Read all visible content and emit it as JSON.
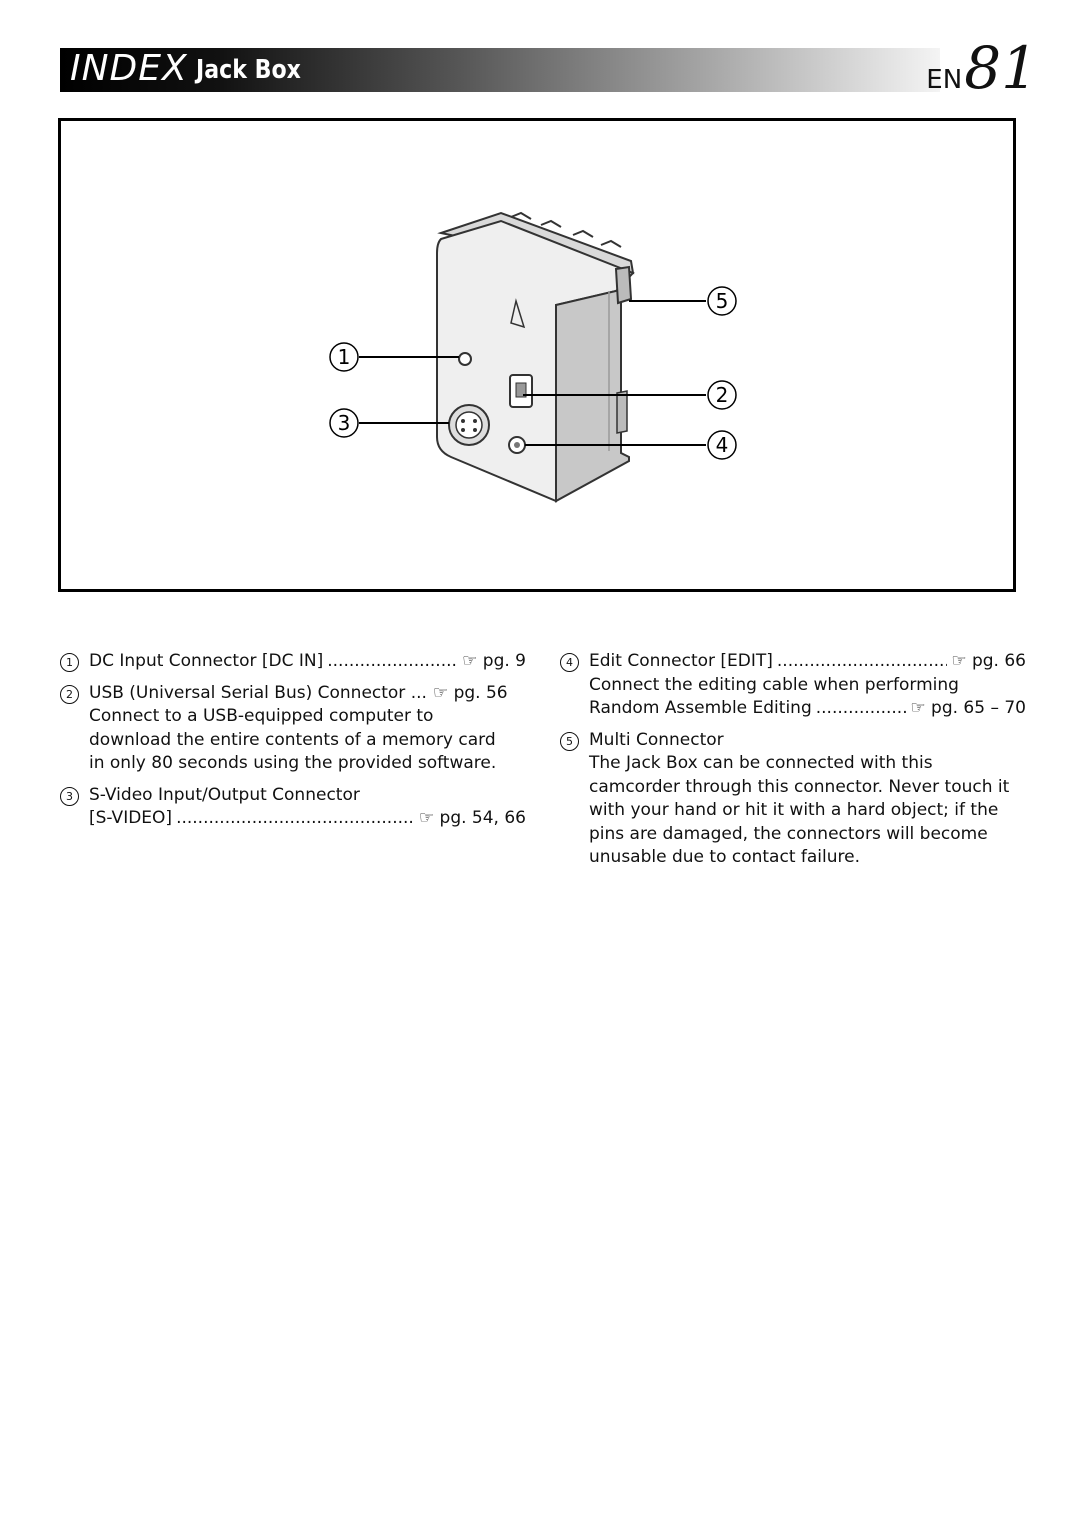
{
  "header": {
    "index_word": "INDEX",
    "section_title": "Jack Box",
    "page_prefix": "EN",
    "page_number": "81"
  },
  "figure": {
    "callouts": [
      "1",
      "2",
      "3",
      "4",
      "5"
    ]
  },
  "icons": {
    "reference": "pointing-hand-icon",
    "reference_glyph": "☞"
  },
  "entries": [
    {
      "num": "1",
      "title": "DC Input Connector [DC IN]",
      "ref": "pg. 9",
      "lines": []
    },
    {
      "num": "2",
      "title": "USB (Universal Serial Bus) Connector ...",
      "ref": "pg. 56",
      "lines": [
        "Connect to a USB-equipped computer to",
        "download the entire contents of a memory card",
        "in only 80 seconds using the provided software."
      ]
    },
    {
      "num": "3",
      "title": "S-Video Input/Output Connector",
      "sub_title": "[S-VIDEO]",
      "ref": "pg. 54, 66",
      "lines": []
    },
    {
      "num": "4",
      "title": "Edit Connector [EDIT]",
      "ref": "pg. 66",
      "line1": "Connect the editing cable when performing",
      "line2": "Random Assemble Editing",
      "line2_ref": "pg. 65 – 70"
    },
    {
      "num": "5",
      "title": "Multi Connector",
      "lines": [
        "The Jack Box can be connected with this",
        "camcorder through this connector. Never touch it",
        "with your hand or hit it with a hard object; if the",
        "pins are damaged, the connectors will become",
        "unusable due to contact failure."
      ]
    }
  ]
}
